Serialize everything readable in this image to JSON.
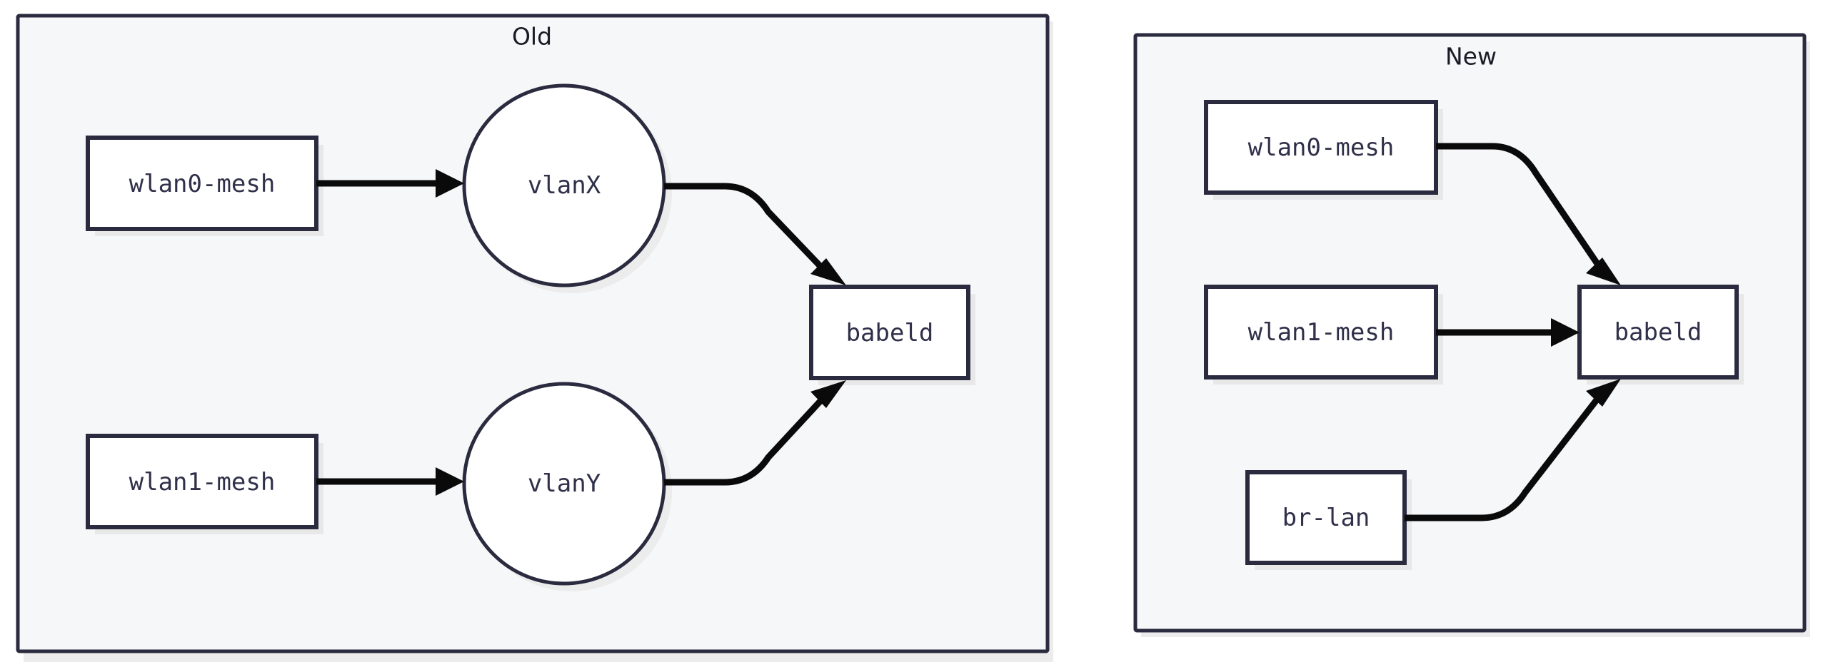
{
  "diagram": {
    "title_old": "Old",
    "title_new": "New",
    "background_color": "#ffffff",
    "cluster_fill": "#f6f7f9",
    "border_color": "#2b2b40",
    "node_fill": "#ffffff",
    "label_color": "#30304a",
    "edge_color": "#0a0a0a",
    "clusters": [
      {
        "id": "old",
        "label": "Old",
        "nodes": [
          {
            "id": "old-wlan0",
            "label": "wlan0-mesh",
            "shape": "rect"
          },
          {
            "id": "old-wlan1",
            "label": "wlan1-mesh",
            "shape": "rect"
          },
          {
            "id": "old-vlanx",
            "label": "vlanX",
            "shape": "circle"
          },
          {
            "id": "old-vlany",
            "label": "vlanY",
            "shape": "circle"
          },
          {
            "id": "old-babeld",
            "label": "babeld",
            "shape": "rect"
          }
        ],
        "edges": [
          {
            "from": "wlan0-mesh",
            "to": "vlanX"
          },
          {
            "from": "wlan1-mesh",
            "to": "vlanY"
          },
          {
            "from": "vlanX",
            "to": "babeld"
          },
          {
            "from": "vlanY",
            "to": "babeld"
          }
        ]
      },
      {
        "id": "new",
        "label": "New",
        "nodes": [
          {
            "id": "new-wlan0",
            "label": "wlan0-mesh",
            "shape": "rect"
          },
          {
            "id": "new-wlan1",
            "label": "wlan1-mesh",
            "shape": "rect"
          },
          {
            "id": "new-brlan",
            "label": "br-lan",
            "shape": "rect"
          },
          {
            "id": "new-babeld",
            "label": "babeld",
            "shape": "rect"
          }
        ],
        "edges": [
          {
            "from": "wlan0-mesh",
            "to": "babeld"
          },
          {
            "from": "wlan1-mesh",
            "to": "babeld"
          },
          {
            "from": "br-lan",
            "to": "babeld"
          }
        ]
      }
    ]
  }
}
